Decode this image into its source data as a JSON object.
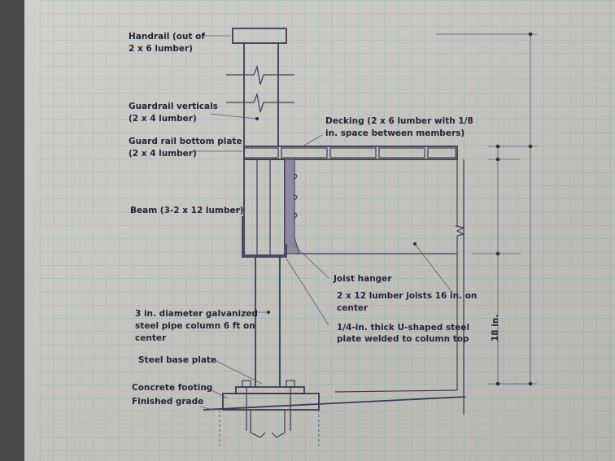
{
  "labels": {
    "handrail_1": "Handrail (out of",
    "handrail_2": "2 x 6 lumber)",
    "guardrail_verticals_1": "Guardrail verticals",
    "guardrail_verticals_2": "(2 x 4 lumber)",
    "decking_1": "Decking (2 x 6 lumber with 1/8",
    "decking_2": "in. space between members)",
    "bottom_plate_1": "Guard rail bottom plate",
    "bottom_plate_2": "(2 x 4 lumber)",
    "beam": "Beam (3-2 x 12 lumber)",
    "joist_hanger": "Joist hanger",
    "joists_1": "2 x 12 lumber joists 16 in. on",
    "joists_2": "center",
    "pipe_1": "3 in. diameter galvanized",
    "pipe_2": "steel pipe column 6 ft on",
    "pipe_3": "center",
    "plate_1": "1/4-in. thick U-shaped steel",
    "plate_2": "plate welded to column top",
    "base_plate": "Steel base plate",
    "footing": "Concrete footing",
    "grade": "Finished grade",
    "dimension": "18 in."
  },
  "colors": {
    "paper": "#dcdcd6",
    "grid": "#a8c8c4",
    "ink": "#3d3a55",
    "shadow": "#8a8a85"
  }
}
